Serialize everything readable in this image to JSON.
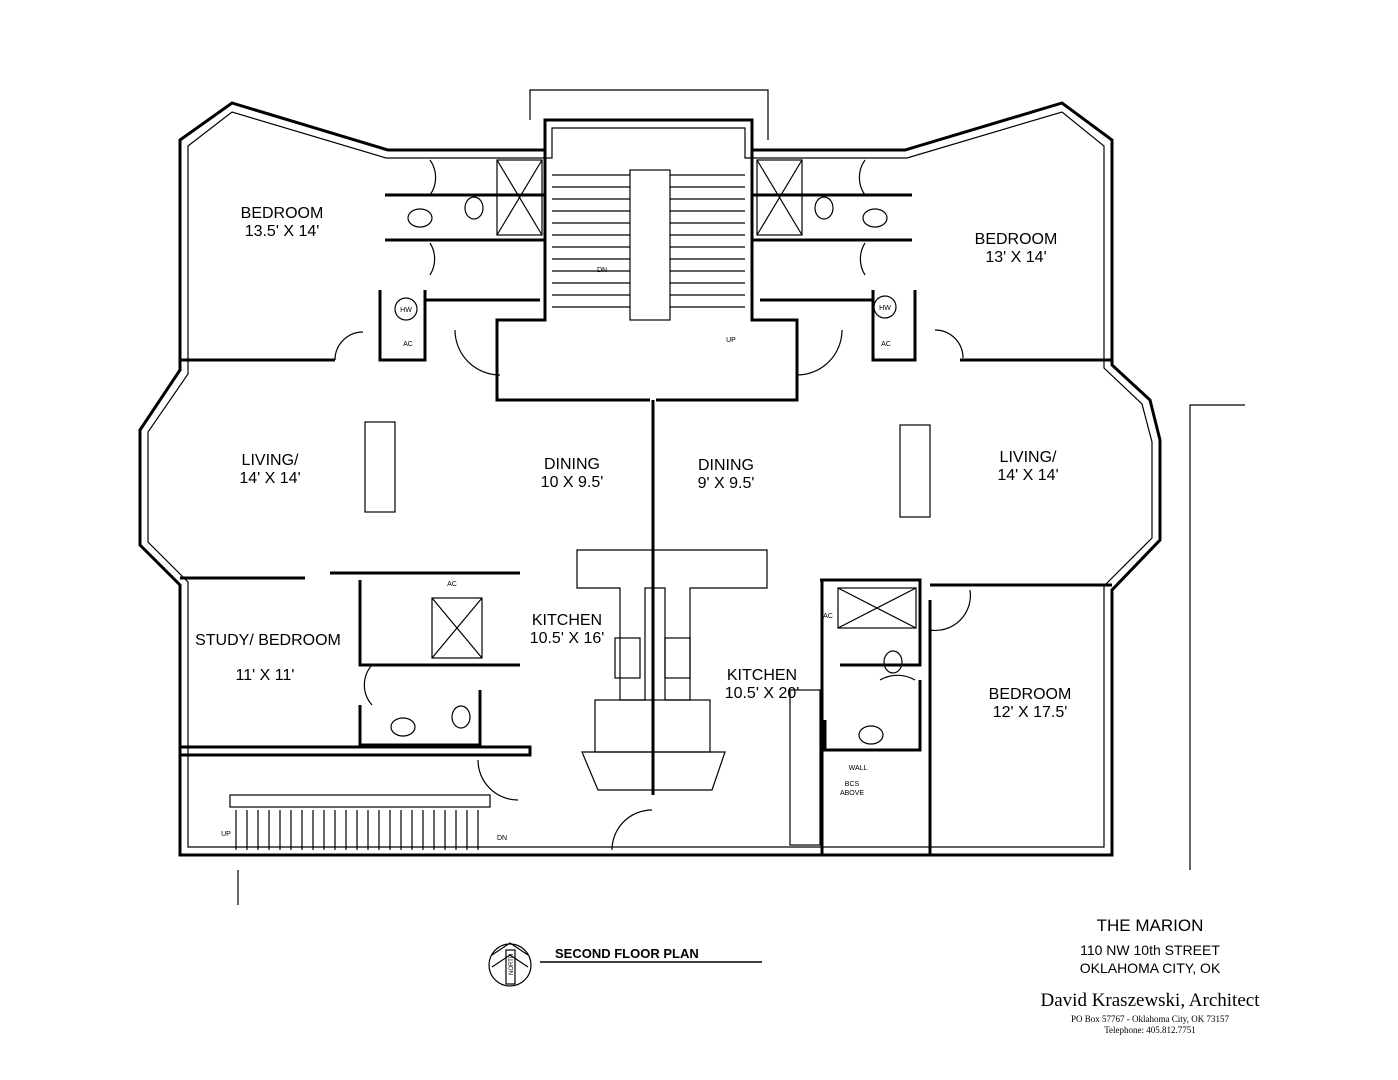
{
  "plan": {
    "title": "SECOND FLOOR PLAN",
    "north_label": "NORTH"
  },
  "rooms": [
    {
      "name": "BEDROOM",
      "size": "13.5' X 14'"
    },
    {
      "name": "BEDROOM",
      "size": "13' X 14'"
    },
    {
      "name": "LIVING/",
      "size": "14' X 14'"
    },
    {
      "name": "DINING",
      "size": "10 X 9.5'"
    },
    {
      "name": "DINING",
      "size": "9' X 9.5'"
    },
    {
      "name": "LIVING/",
      "size": "14' X 14'"
    },
    {
      "name": "STUDY/ BEDROOM",
      "size": "11' X 11'"
    },
    {
      "name": "KITCHEN",
      "size": "10.5' X 16'"
    },
    {
      "name": "KITCHEN",
      "size": "10.5' X 20'"
    },
    {
      "name": "BEDROOM",
      "size": "12' X 17.5'"
    }
  ],
  "fixtures": {
    "hw": "HW",
    "ac": "AC",
    "dn": "DN",
    "up": "UP",
    "wall": "WALL",
    "bcs": "BCS",
    "above": "ABOVE"
  },
  "title_block": {
    "project": "THE MARION",
    "address1": "110 NW 10th STREET",
    "address2": "OKLAHOMA CITY, OK",
    "architect": "David Kraszewski, Architect",
    "po_box": "PO Box 57767 - Oklahoma City, OK 73157",
    "telephone": "Telephone: 405.812.7751"
  }
}
